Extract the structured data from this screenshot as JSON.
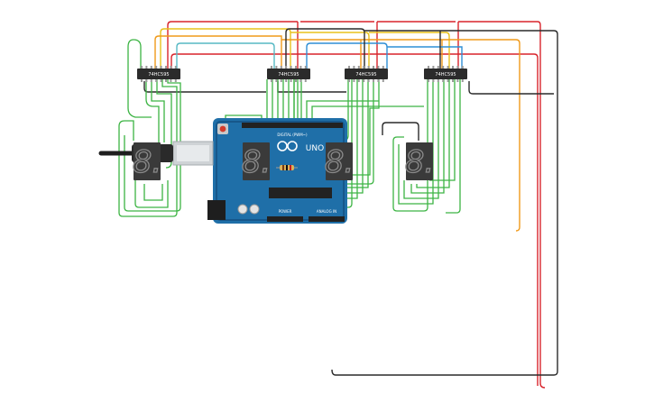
{
  "colors": {
    "background": "#ffffff",
    "board": "#1f6fa8",
    "board_dark": "#17578a",
    "chip": "#2b2b2b",
    "display": "#3a3a3a",
    "segment": "#5c5c5c",
    "wire_green": "#3cb443",
    "wire_red": "#d8242c",
    "wire_yellow": "#e8c21c",
    "wire_orange": "#f09a1a",
    "wire_blue": "#2f8fd6",
    "wire_black": "#2a2a2a",
    "resistor": "#d9b25b"
  },
  "shift_registers": [
    {
      "label": "74HC595"
    },
    {
      "label": "74HC595"
    },
    {
      "label": "74HC595"
    },
    {
      "label": "74HC595"
    }
  ],
  "displays": [
    {
      "digit": "8."
    },
    {
      "digit": "8."
    },
    {
      "digit": "8."
    },
    {
      "digit": "8."
    }
  ],
  "arduino": {
    "model": "UNO",
    "digital_label": "DIGITAL (PWM~)",
    "power_label": "POWER",
    "analog_label": "ANALOG IN"
  }
}
